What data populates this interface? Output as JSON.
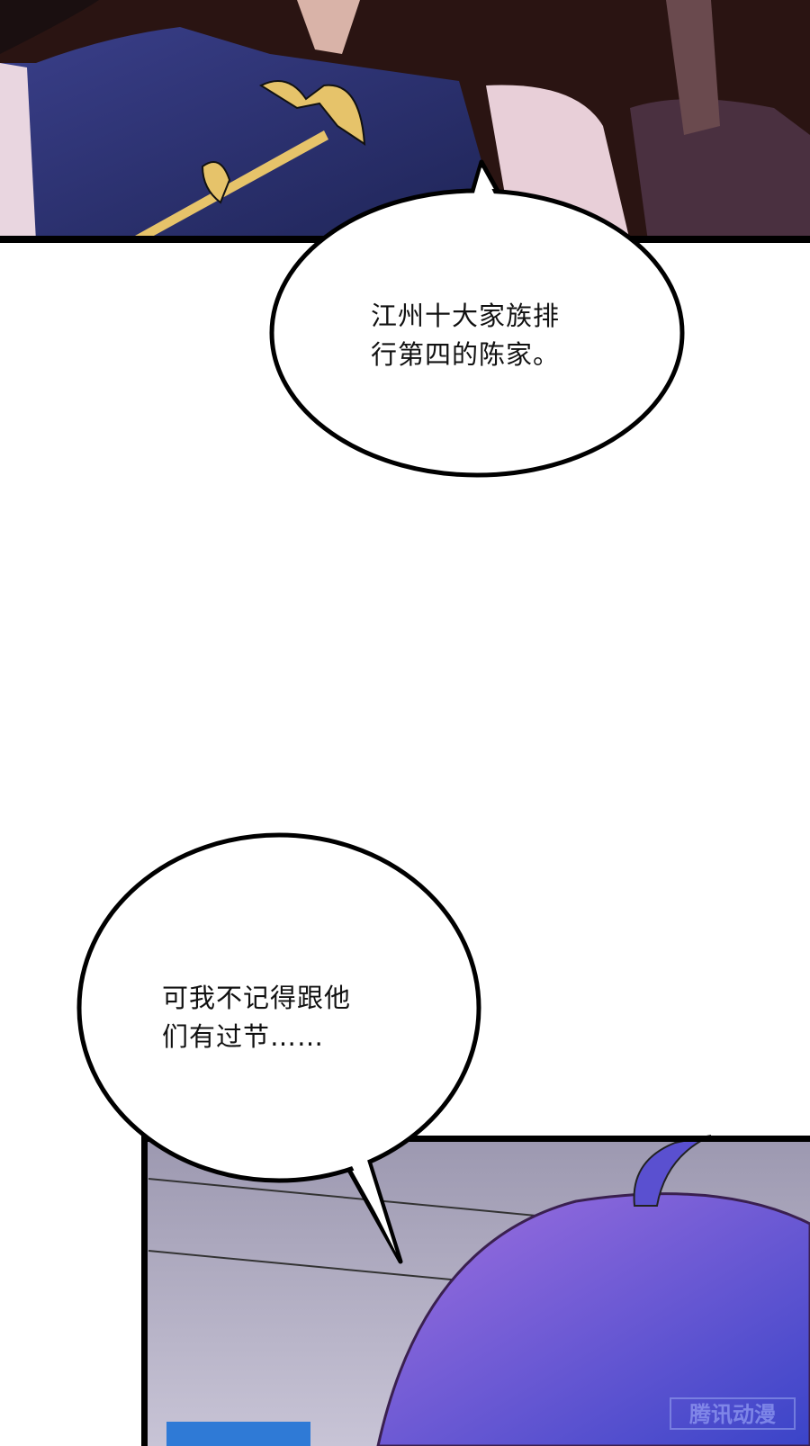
{
  "bubbles": [
    {
      "lines": [
        "江州十大家族排",
        "行第四的陈家。"
      ]
    },
    {
      "lines": [
        "可我不记得跟他",
        "们有过节……"
      ]
    }
  ],
  "watermark": "腾讯动漫",
  "colors": {
    "dress": "#2a2f6e",
    "gold": "#e6c36a",
    "hair": "#6a4fd8",
    "panel_border": "#000000"
  }
}
